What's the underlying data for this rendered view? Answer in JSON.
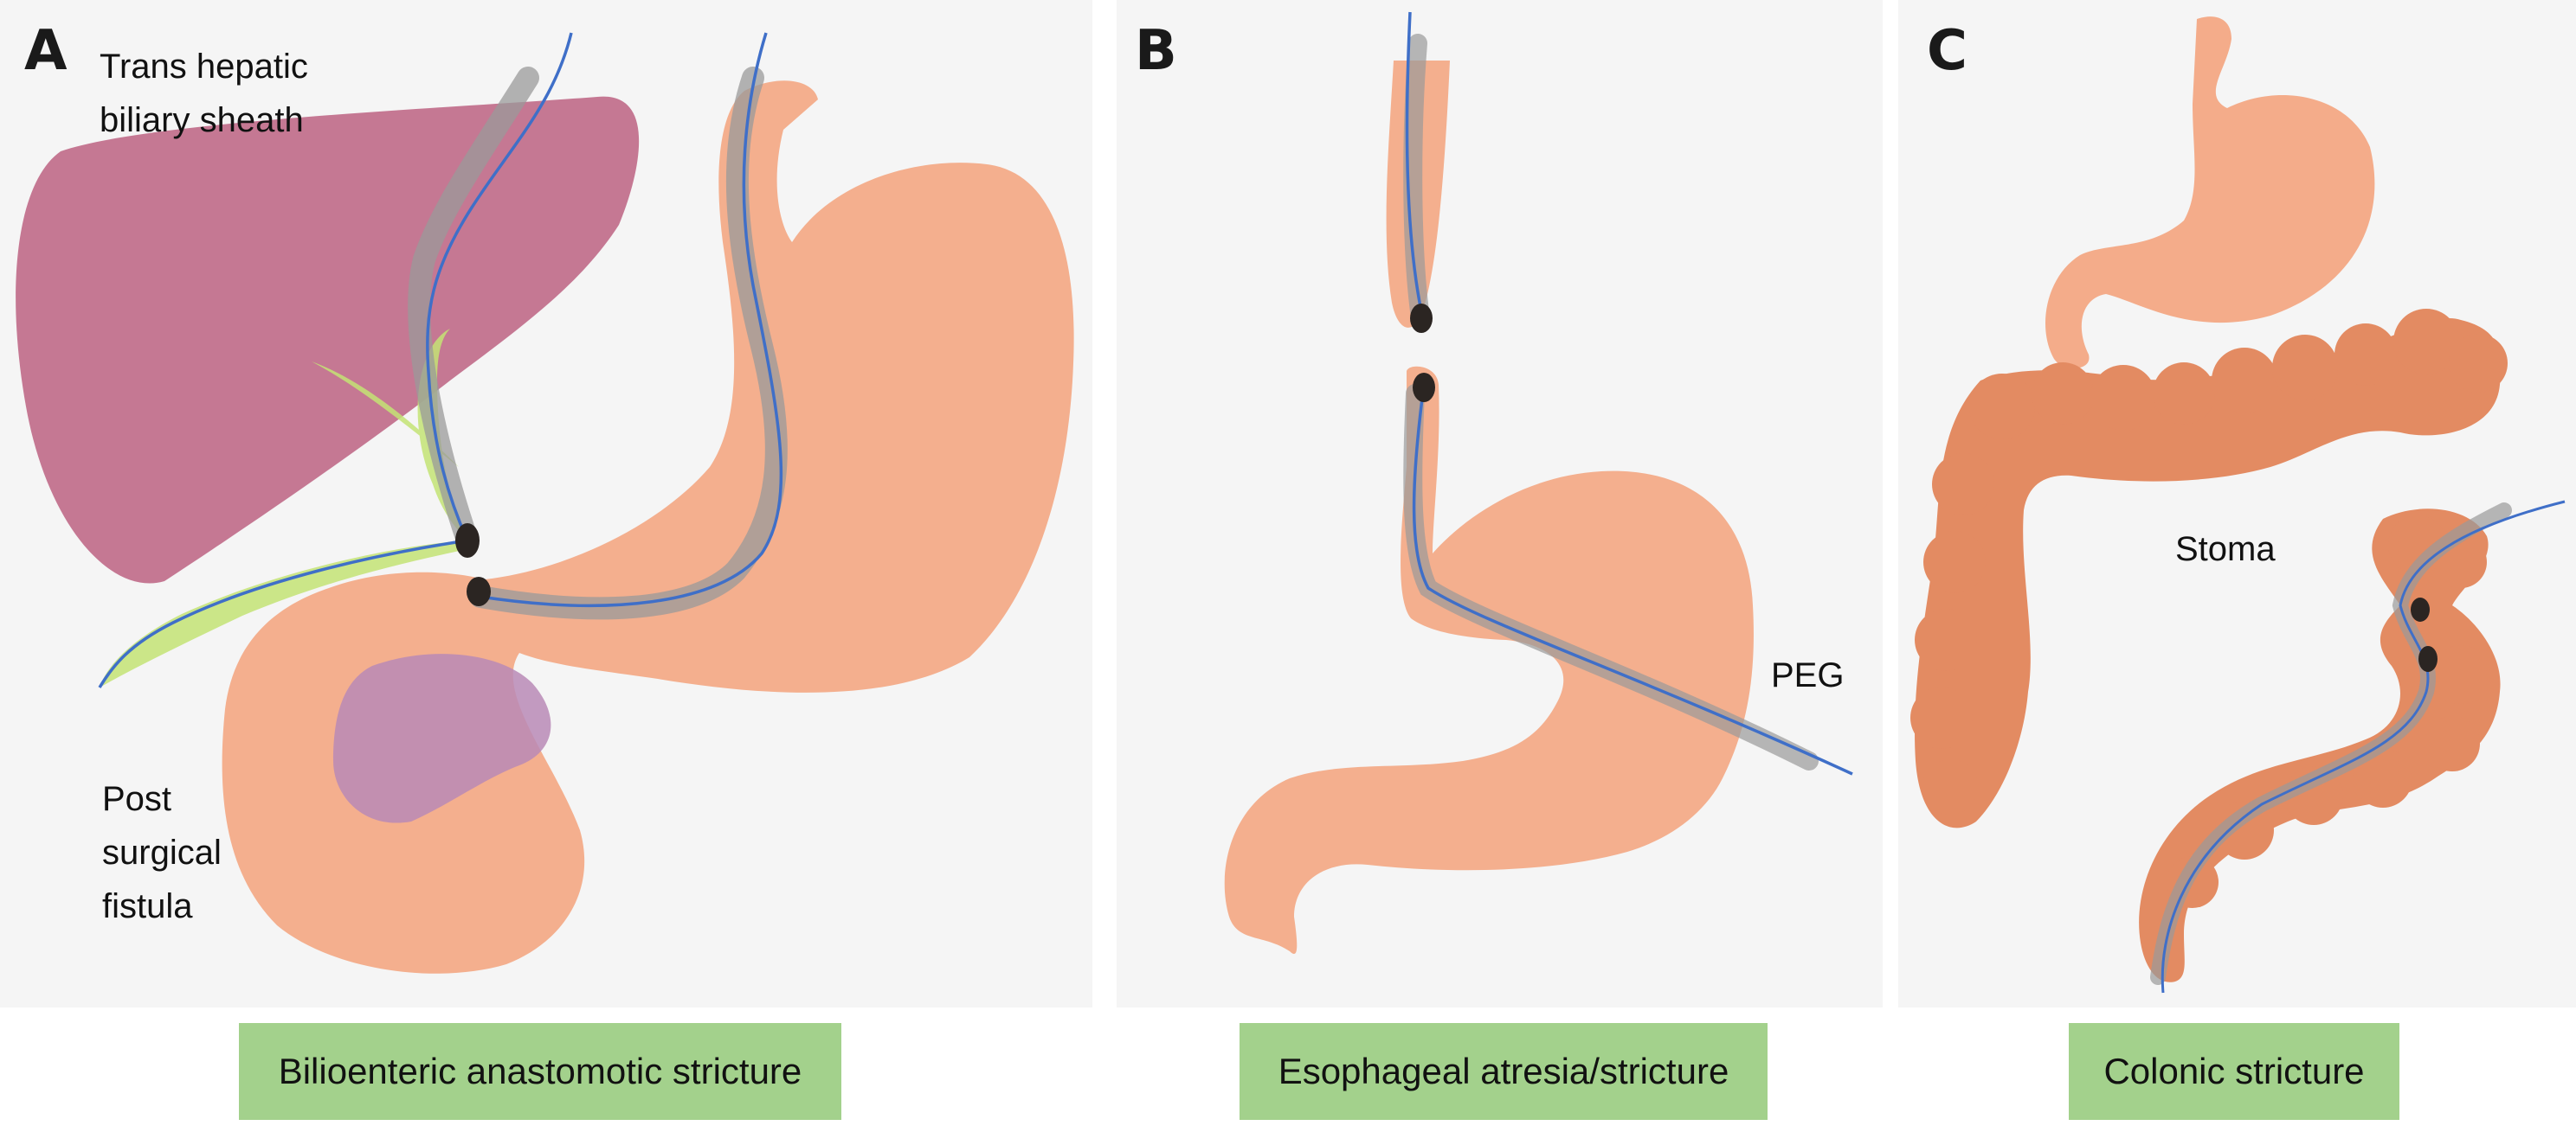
{
  "panels": [
    {
      "letter": "A",
      "labels": {
        "sheath": "Trans hepatic biliary sheath",
        "fistula": "Post surgical fistula"
      },
      "caption": "Bilioenteric anastomotic stricture"
    },
    {
      "letter": "B",
      "labels": {
        "peg": "PEG"
      },
      "caption": "Esophageal atresia/stricture"
    },
    {
      "letter": "C",
      "labels": {
        "stoma": "Stoma"
      },
      "caption": "Colonic stricture"
    }
  ],
  "colors": {
    "liver": "#c06a88",
    "stomach": "#f3a884",
    "colon": "#e38b62",
    "bile_duct": "#c3e374",
    "fistula": "#b98ab6",
    "sheath": "#9a9a9a",
    "wire": "#3f6fc8",
    "magnet": "#2b2522",
    "caption_bg": "#a3d18c"
  }
}
